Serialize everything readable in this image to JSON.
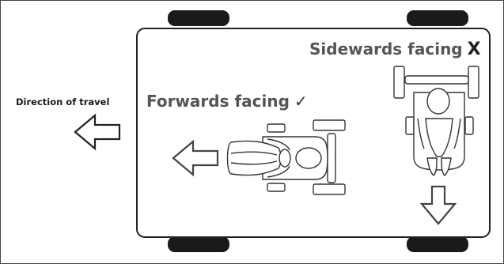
{
  "labels": {
    "direction_of_travel": "Direction of travel",
    "forwards": "Forwards facing",
    "forwards_mark": "✓",
    "sidewards": "Sidewards facing",
    "sidewards_mark": "X"
  },
  "icons": {
    "correct": "check-mark-icon",
    "incorrect": "x-mark-icon"
  },
  "colors": {
    "outline": "#222222",
    "tyre": "#1a1a1a",
    "text": "#555555"
  }
}
